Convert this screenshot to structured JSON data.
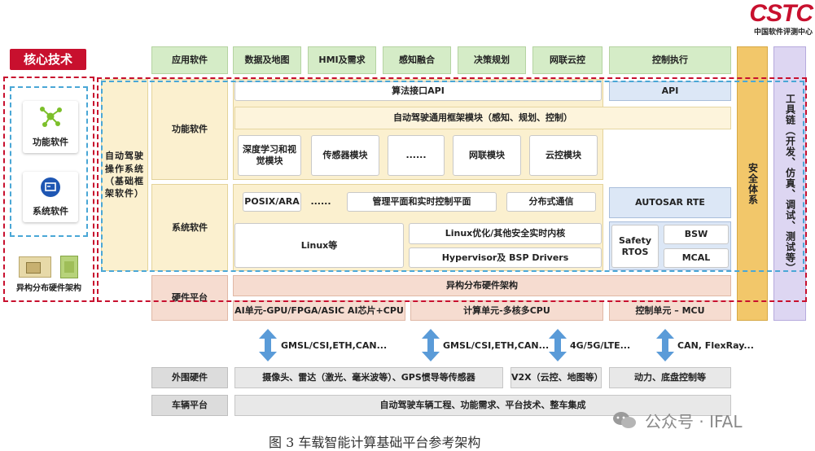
{
  "logo": {
    "mark": "CSTC",
    "sub": "中国软件评测中心"
  },
  "core": {
    "title": "核心技术",
    "func": "功能软件",
    "sys": "系统软件",
    "hw": "异构分布硬件架构"
  },
  "left": {
    "os": "自动驾驶操作系统（基础框架软件）",
    "func": "功能软件",
    "sys": "系统软件",
    "hw": "硬件平台",
    "periph": "外围硬件",
    "vehicle": "车辆平台"
  },
  "apps": [
    "应用软件",
    "数据及地图",
    "HMI及需求",
    "感知融合",
    "决策规划",
    "网联云控",
    "控制执行"
  ],
  "func": {
    "algo_api": "算法接口API",
    "api": "API",
    "framework": "自动驾驶通用框架模块（感知、规划、控制）",
    "modules": [
      "深度学习和视觉模块",
      "传感器模块",
      "......",
      "网联模块",
      "云控模块"
    ]
  },
  "sys": {
    "posix": "POSIX/ARA",
    "dots": "......",
    "mgmt": "管理平面和实时控制平面",
    "dist": "分布式通信",
    "rte": "AUTOSAR RTE",
    "linux": "Linux等",
    "linux_opt": "Linux优化/其他安全实时内核",
    "hyper": "Hypervisor及 BSP Drivers",
    "safety": "Safety RTOS",
    "bsw": "BSW",
    "mcal": "MCAL"
  },
  "hw": {
    "arch": "异构分布硬件架构",
    "ai": "AI单元-GPU/FPGA/ASIC AI芯片+CPU",
    "compute": "计算单元-多核多CPU",
    "control": "控制单元 – MCU"
  },
  "links": [
    "GMSL/CSI,ETH,CAN...",
    "GMSL/CSI,ETH,CAN...",
    "4G/5G/LTE...",
    "CAN, FlexRay..."
  ],
  "periph": {
    "sensors": "摄像头、雷达（激光、毫米波等）、GPS惯导等传感器",
    "v2x": "V2X（云控、地图等）",
    "power": "动力、底盘控制等"
  },
  "vehicle": {
    "platform": "自动驾驶车辆工程、功能需求、平台技术、整车集成"
  },
  "safety": "安全体系",
  "toolchain": "工具链（开发、仿真、调试、测试等）",
  "caption": "图 3  车载智能计算基础平台参考架构",
  "watermark": {
    "brand": "公众号 · IFAL"
  },
  "colors": {
    "red": "#c8102e",
    "blue_dash": "#4aa7d6",
    "safety": "#f2c76a",
    "toolchain": "#d9d2f0",
    "green": "#d5ecc7"
  }
}
